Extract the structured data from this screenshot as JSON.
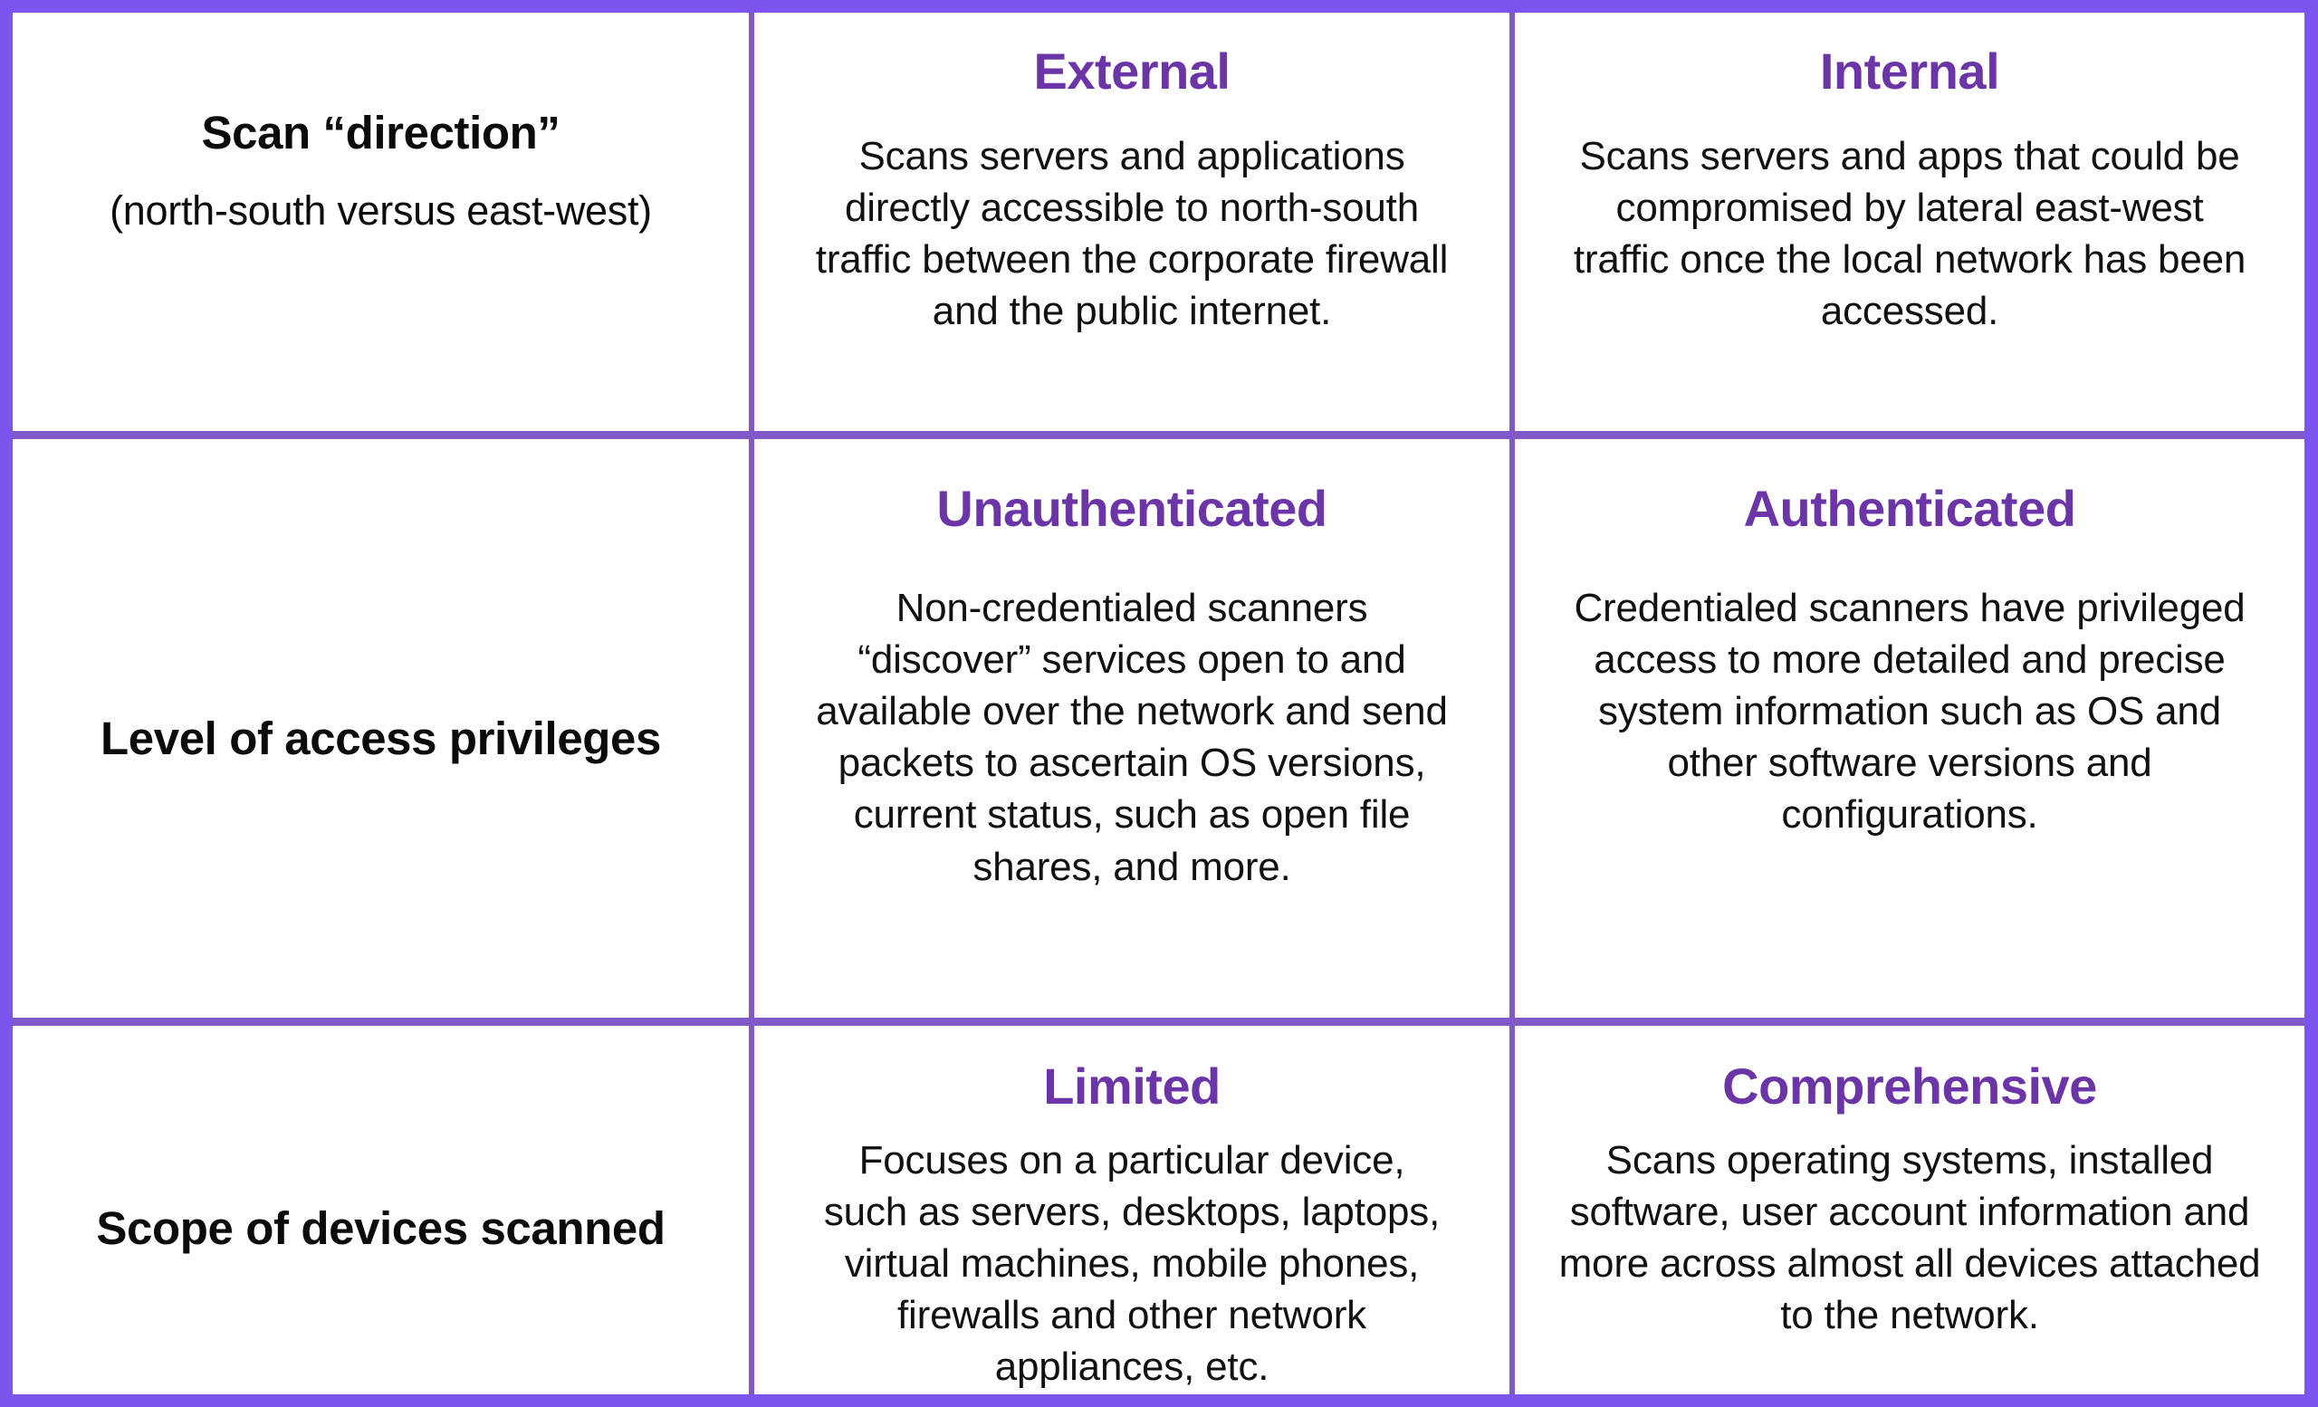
{
  "table": {
    "accent_border_outer": "#7b55ee",
    "accent_border_inner": "#8159c8",
    "heading_color": "#6c35a7",
    "body_text_color": "#111111",
    "rows": [
      {
        "category_title": "Scan “direction”",
        "category_subtitle": "(north-south versus east-west)",
        "options": [
          {
            "heading": "External",
            "description": "Scans servers and applications directly accessible to north-south traffic between the corporate firewall and the public internet."
          },
          {
            "heading": "Internal",
            "description": "Scans servers and apps that could be compromised by lateral east-west traffic once the local network has been accessed."
          }
        ]
      },
      {
        "category_title": "Level of access privileges",
        "category_subtitle": "",
        "options": [
          {
            "heading": "Unauthenticated",
            "description": "Non-credentialed scanners “discover” services open to and available over the network and send packets to ascertain OS versions, current status, such as open file shares, and more."
          },
          {
            "heading": "Authenticated",
            "description": "Credentialed scanners have privileged access to more detailed and precise system information such as OS and other software versions and configurations."
          }
        ]
      },
      {
        "category_title": "Scope of devices scanned",
        "category_subtitle": "",
        "options": [
          {
            "heading": "Limited",
            "description": "Focuses on a particular device, such as servers, desktops, laptops, virtual machines, mobile phones, firewalls and other network appliances, etc."
          },
          {
            "heading": "Comprehensive",
            "description": "Scans operating systems, installed software, user account information and more across almost all devices attached to the network."
          }
        ]
      }
    ]
  }
}
